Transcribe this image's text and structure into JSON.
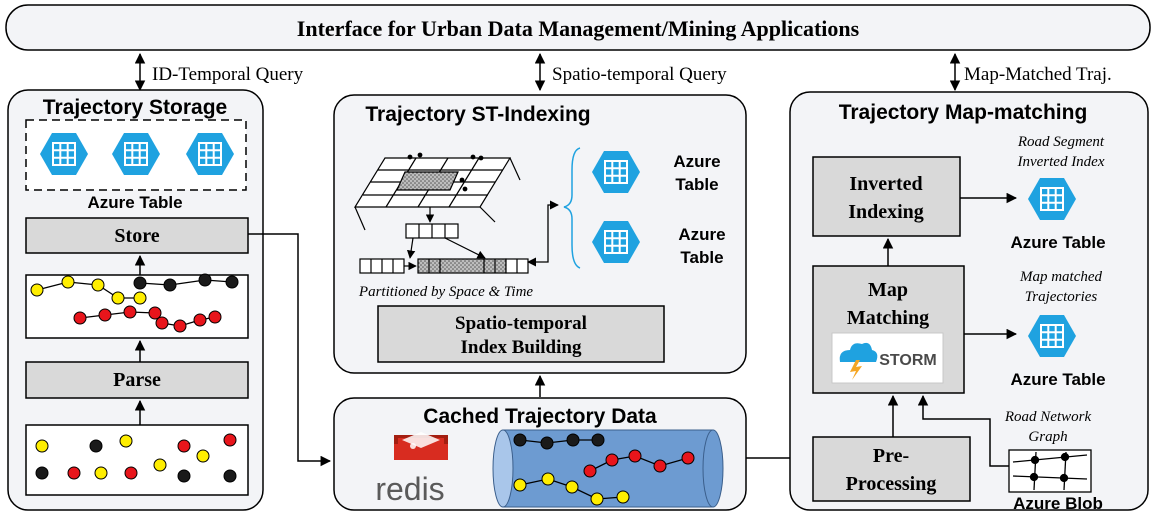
{
  "banner": {
    "title": "Interface for Urban Data Management/Mining Applications"
  },
  "queries": {
    "id_temporal": "ID-Temporal Query",
    "spatio_temporal": "Spatio-temporal Query",
    "map_matched": "Map-Matched Traj."
  },
  "storage": {
    "title": "Trajectory Storage",
    "azure_label": "Azure Table",
    "store": "Store",
    "parse": "Parse"
  },
  "indexing": {
    "title": "Trajectory ST-Indexing",
    "caption": "Partitioned by Space & Time",
    "build_line1": "Spatio-temporal",
    "build_line2": "Index Building",
    "azure1_line1": "Azure",
    "azure1_line2": "Table",
    "azure2_line1": "Azure",
    "azure2_line2": "Table"
  },
  "cache": {
    "title": "Cached Trajectory Data",
    "redis_label": "redis"
  },
  "mapmatch": {
    "title": "Trajectory Map-matching",
    "road_seg_line1": "Road Segment",
    "road_seg_line2": "Inverted Index",
    "inverted_line1": "Inverted",
    "inverted_line2": "Indexing",
    "azure_top": "Azure Table",
    "matched_line1": "Map matched",
    "matched_line2": "Trajectories",
    "mapmatching_line1": "Map",
    "mapmatching_line2": "Matching",
    "storm_label": "STORM",
    "azure_mid": "Azure Table",
    "road_net_line1": "Road Network",
    "road_net_line2": "Graph",
    "pre_line1": "Pre-",
    "pre_line2": "Processing",
    "azure_blob": "Azure Blob"
  },
  "colors": {
    "panel_fill": "#f3f4f7",
    "box_fill": "#d9d9d9",
    "azure_blue": "#1fa2e0",
    "cylinder_blue": "#6d9bd1",
    "redis_red": "#d82c20",
    "dot_yellow": "#ffee00",
    "dot_red": "#e8151b",
    "dot_black": "#1a1a1a"
  }
}
